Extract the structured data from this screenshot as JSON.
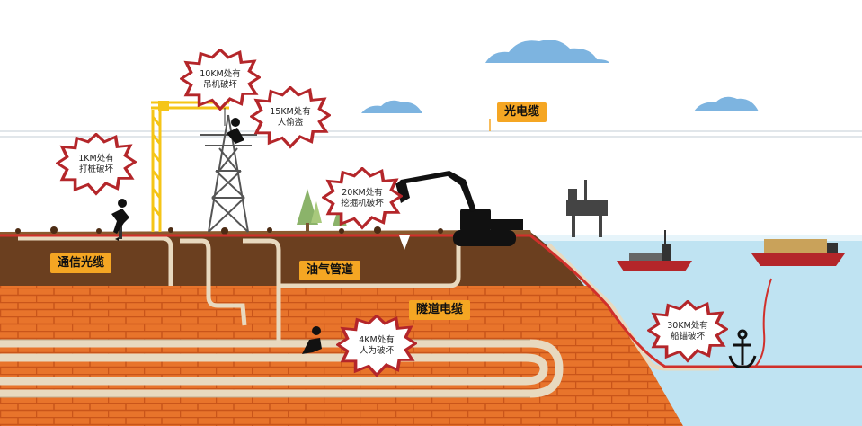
{
  "labels": {
    "optical_cable": "光电缆",
    "telecom_cable": "通信光缆",
    "oil_gas_pipeline": "油气管道",
    "tunnel_cable": "隧道电缆"
  },
  "bursts": [
    {
      "line1": "10KM处有",
      "line2": "吊机破坏"
    },
    {
      "line1": "15KM处有",
      "line2": "人偷盗"
    },
    {
      "line1": "1KM处有",
      "line2": "打桩破坏"
    },
    {
      "line1": "20KM处有",
      "line2": "挖掘机破坏"
    },
    {
      "line1": "4KM处有",
      "line2": "人为破坏"
    },
    {
      "line1": "30KM处有",
      "line2": "船锚破坏"
    }
  ],
  "colors": {
    "soil": "#6b3f1f",
    "brick": "#e8742b",
    "sea": "#bfe3f2",
    "cable_red": "#d0302b",
    "pipe": "#e8d9bf",
    "tag": "#f5a623",
    "cloud": "#7db4e0"
  }
}
